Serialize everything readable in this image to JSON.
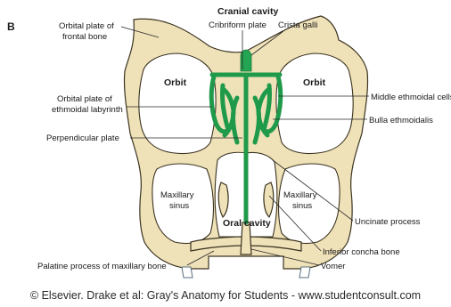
{
  "panel_letter": "B",
  "labels": {
    "cranial_cavity": "Cranial cavity",
    "cribriform_plate": "Cribriform plate",
    "crista_galli": "Crista galli",
    "orbital_plate_frontal": [
      "Orbital plate of",
      "frontal bone"
    ],
    "orbit_left": "Orbit",
    "orbit_right": "Orbit",
    "middle_ethmoidal_cells": "Middle ethmoidal cells",
    "orbital_plate_ethmoidal": [
      "Orbital plate of",
      "ethmoidal labyrinth"
    ],
    "bulla_ethmoidalis": "Bulla ethmoidalis",
    "perpendicular_plate": "Perpendicular plate",
    "maxillary_sinus_left": [
      "Maxillary",
      "sinus"
    ],
    "maxillary_sinus_right": [
      "Maxillary",
      "sinus"
    ],
    "uncinate_process": "Uncinate process",
    "oral_cavity": "Oral cavity",
    "inferior_concha_bone": "Inferior concha bone",
    "palatine_process": "Palatine process of maxillary bone",
    "vomer": "Vomer"
  },
  "credit": "© Elsevier. Drake et al: Gray's Anatomy for Students - www.studentconsult.com",
  "colors": {
    "bone": "#efe1b8",
    "ethmoid": "#23a553",
    "outline": "#3a3320"
  }
}
